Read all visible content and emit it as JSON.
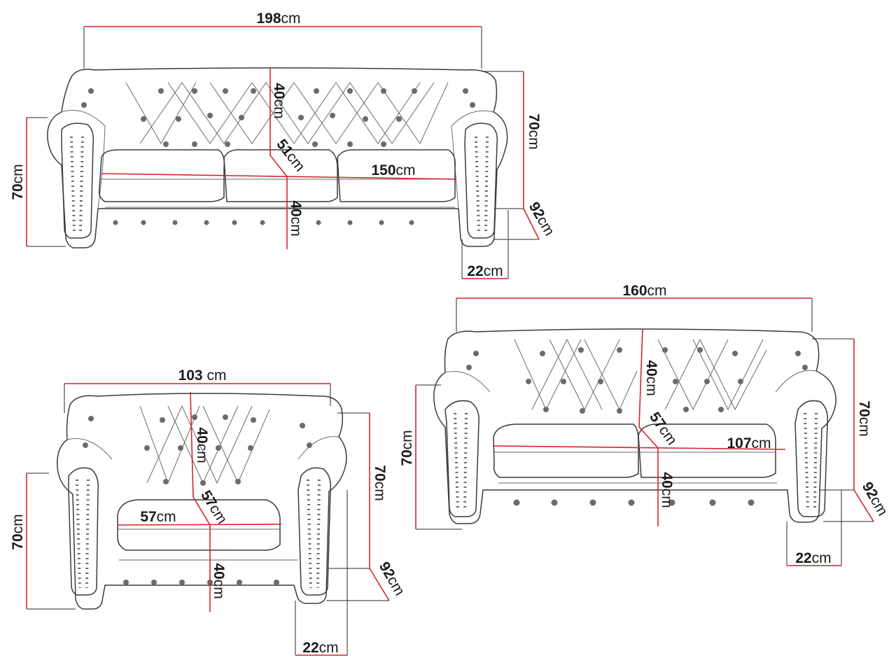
{
  "colors": {
    "dimension_line": "#d4242c",
    "outline": "#3a3a3a",
    "text": "#1a1a1a",
    "background": "#ffffff"
  },
  "sofa3": {
    "width": {
      "num": "198",
      "unit": "cm"
    },
    "height": {
      "num": "70",
      "unit": "cm"
    },
    "arm_height": {
      "num": "70",
      "unit": "cm"
    },
    "back_height": {
      "num": "40",
      "unit": "cm"
    },
    "seat_depth": {
      "num": "51",
      "unit": "cm"
    },
    "seat_width": {
      "num": "150",
      "unit": "cm"
    },
    "seat_height": {
      "num": "40",
      "unit": "cm"
    },
    "depth": {
      "num": "92",
      "unit": "cm"
    },
    "arm_width": {
      "num": "22",
      "unit": "cm"
    }
  },
  "sofa2": {
    "width": {
      "num": "160",
      "unit": "cm"
    },
    "height": {
      "num": "70",
      "unit": "cm"
    },
    "arm_height": {
      "num": "70",
      "unit": "cm"
    },
    "back_height": {
      "num": "40",
      "unit": "cm"
    },
    "seat_depth": {
      "num": "57",
      "unit": "cm"
    },
    "seat_width": {
      "num": "107",
      "unit": "cm"
    },
    "seat_height": {
      "num": "40",
      "unit": "cm"
    },
    "depth": {
      "num": "92",
      "unit": "cm"
    },
    "arm_width": {
      "num": "22",
      "unit": "cm"
    }
  },
  "armchair": {
    "width": {
      "num": "103",
      "unit": " cm"
    },
    "height": {
      "num": "70",
      "unit": "cm"
    },
    "arm_height": {
      "num": "70",
      "unit": "cm"
    },
    "back_height": {
      "num": "40",
      "unit": "cm"
    },
    "seat_depth": {
      "num": "57",
      "unit": "cm"
    },
    "seat_width": {
      "num": "57",
      "unit": "cm"
    },
    "seat_height": {
      "num": "40",
      "unit": "cm"
    },
    "depth": {
      "num": "92",
      "unit": "cm"
    },
    "arm_width": {
      "num": "22",
      "unit": "cm"
    }
  }
}
